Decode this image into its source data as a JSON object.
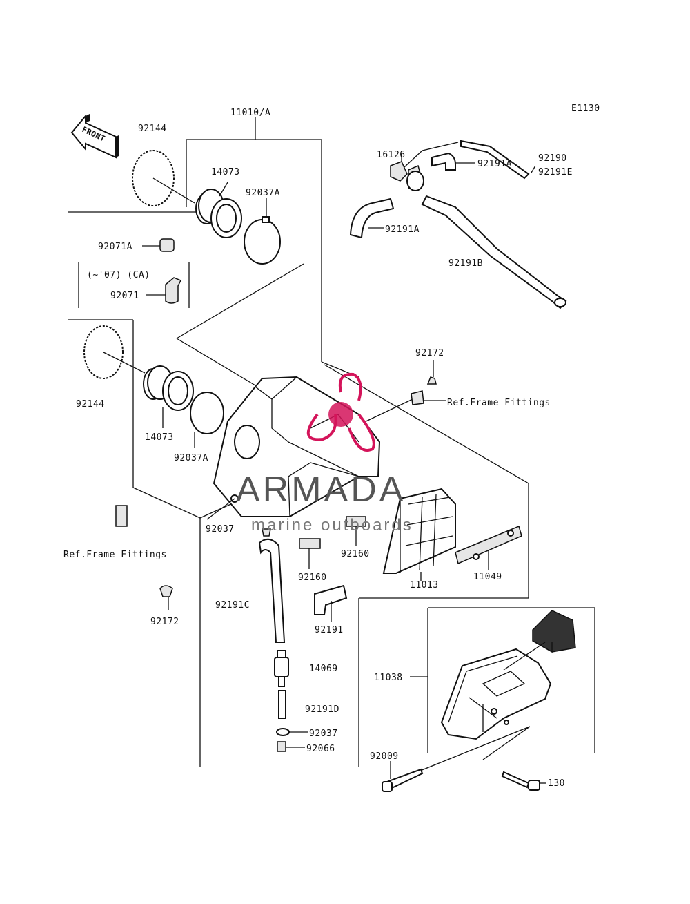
{
  "diagram_code": "E1130",
  "front_label": "FRONT",
  "note_text": "(~'07) (CA)",
  "watermark": {
    "brand": "ARMADA",
    "tagline": "marine outboards",
    "color": "#d4145a"
  },
  "labels": {
    "l_11010A": "11010/A",
    "l_92144_top": "92144",
    "l_14073_top": "14073",
    "l_92037A_top": "92037A",
    "l_92071A": "92071A",
    "l_92071": "92071",
    "l_92144_mid": "92144",
    "l_14073_mid": "14073",
    "l_92037A_mid": "92037A",
    "l_92037_left": "92037",
    "l_ref_left": "Ref.Frame Fittings",
    "l_92172_left": "92172",
    "l_16126": "16126",
    "l_92190": "92190",
    "l_92191E": "92191E",
    "l_92191A_right": "92191A",
    "l_92191A_left": "92191A",
    "l_92191B": "92191B",
    "l_92172_right": "92172",
    "l_ref_right": "Ref.Frame Fittings",
    "l_92160_a": "92160",
    "l_92160_b": "92160",
    "l_11013": "11013",
    "l_11049": "11049",
    "l_92191C": "92191C",
    "l_92191": "92191",
    "l_14069": "14069",
    "l_92191D": "92191D",
    "l_92037_bottom": "92037",
    "l_92066": "92066",
    "l_11038": "11038",
    "l_92009": "92009",
    "l_130": "130"
  }
}
